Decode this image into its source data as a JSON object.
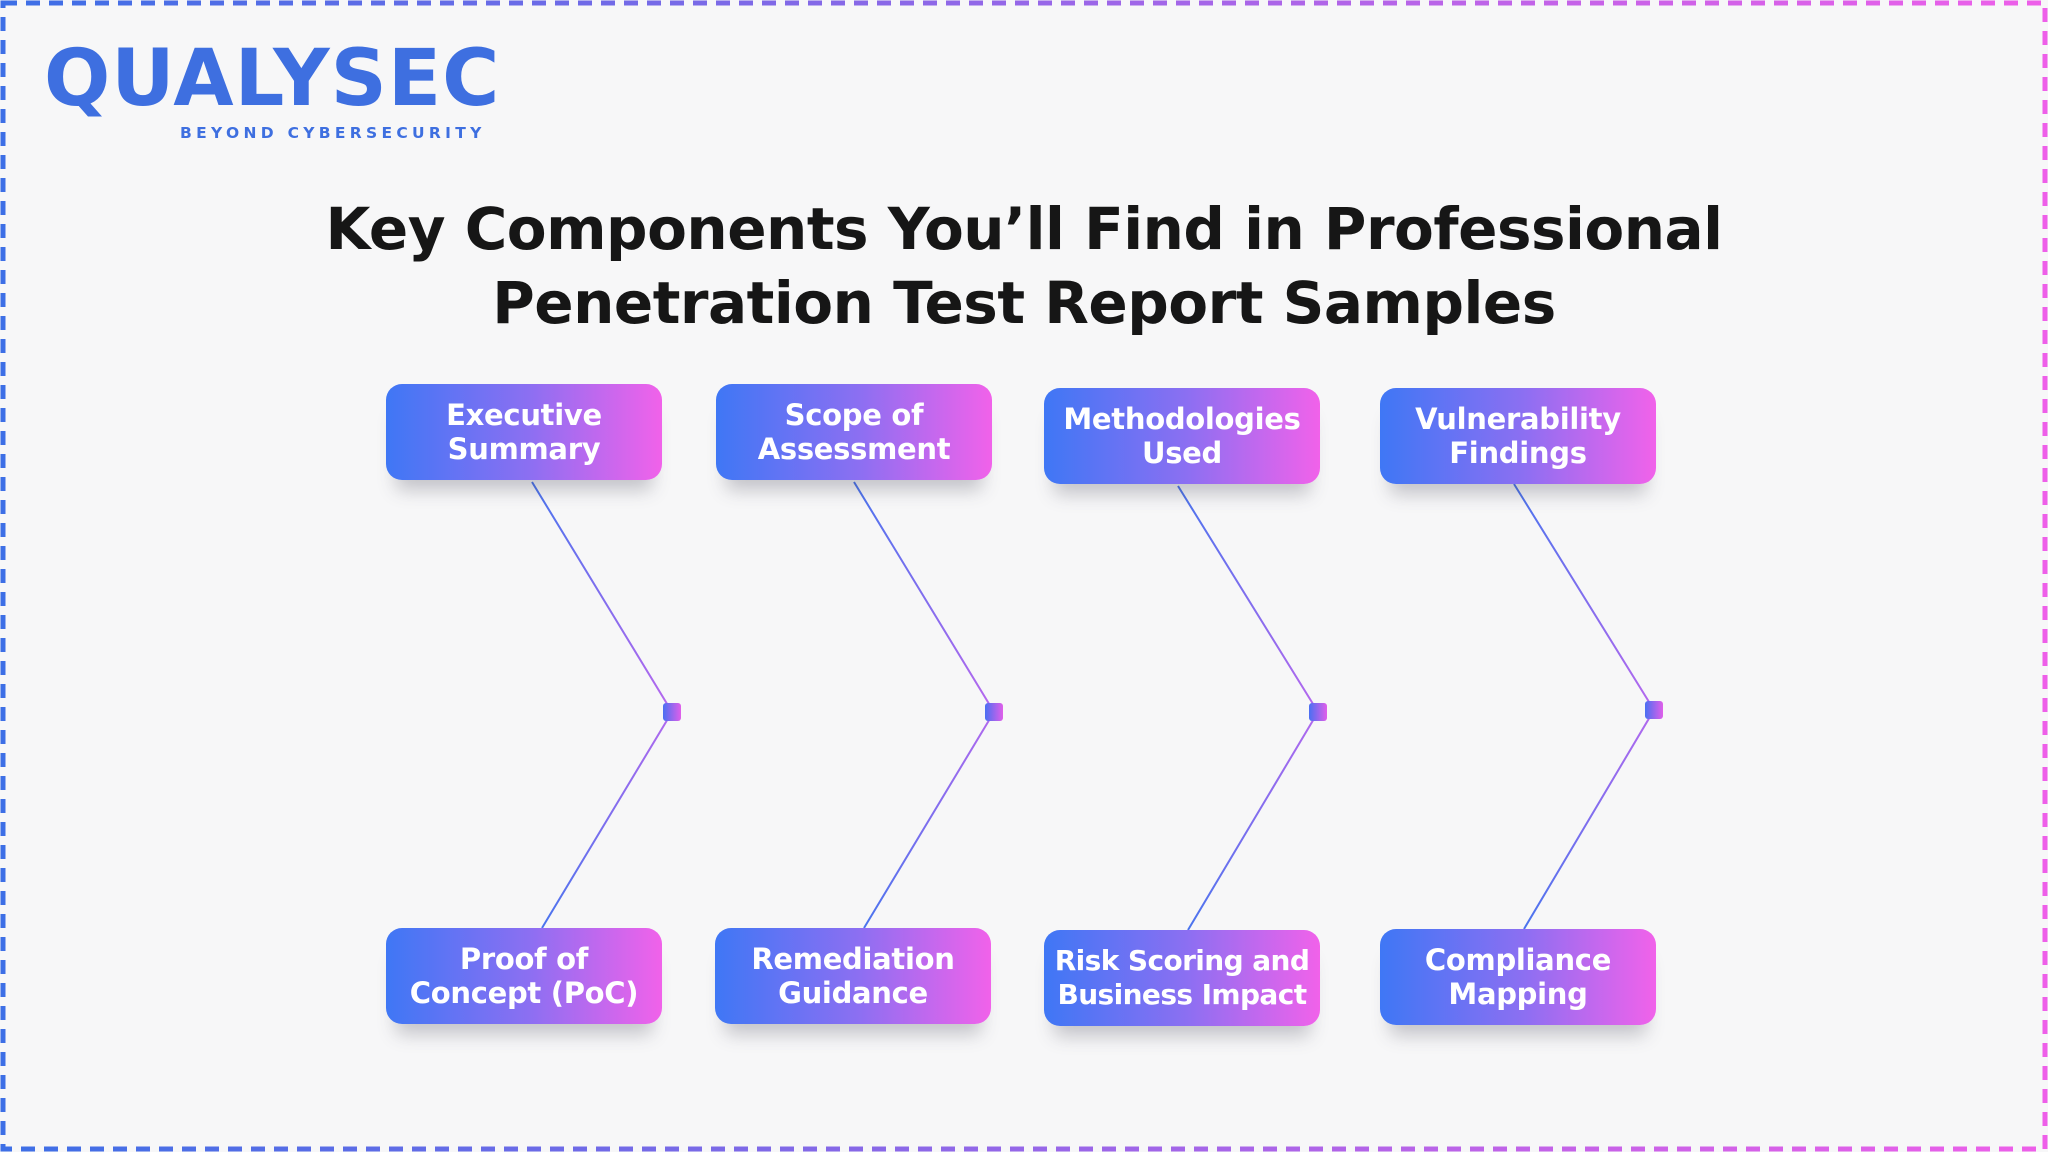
{
  "brand": {
    "wordmark": "QUALYSEC",
    "tagline": "BEYOND CYBERSECURITY",
    "color": "#3e6fe0"
  },
  "title": {
    "line1": "Key Components You’ll Find in Professional",
    "line2": "Penetration Test Report Samples"
  },
  "colors": {
    "gradient_start": "#3f77f5",
    "gradient_mid": "#8c6ff2",
    "gradient_end": "#f162ea",
    "border_start": "#3d6fe6",
    "border_end": "#ee5fe9"
  },
  "components": {
    "top": [
      {
        "label": "Executive\nSummary"
      },
      {
        "label": "Scope of\nAssessment"
      },
      {
        "label": "Methodologies\nUsed"
      },
      {
        "label": "Vulnerability\nFindings"
      }
    ],
    "bottom": [
      {
        "label": "Proof of\nConcept (PoC)"
      },
      {
        "label": "Remediation\nGuidance"
      },
      {
        "label": "Risk Scoring and\nBusiness Impact"
      },
      {
        "label": "Compliance\nMapping"
      }
    ]
  }
}
